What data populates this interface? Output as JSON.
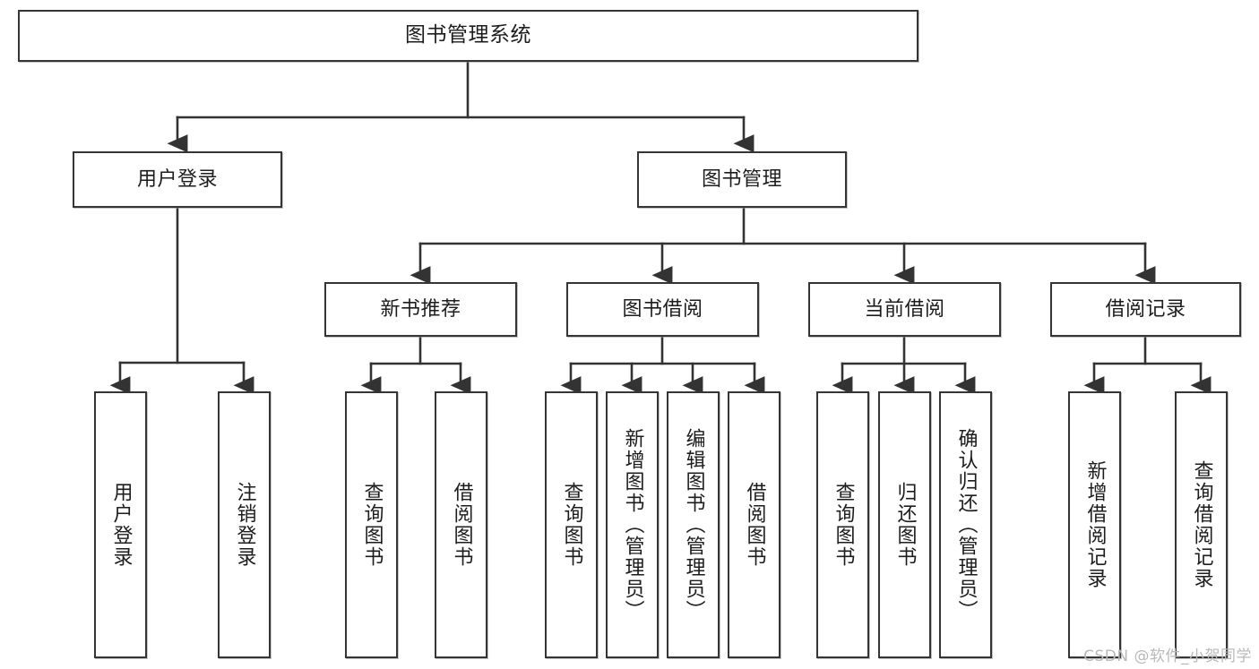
{
  "diagram": {
    "title": "图书管理系统",
    "type": "hierarchy-tree",
    "watermark": "CSDN @软件_小贺同学",
    "colors": {
      "box_border": "#353535",
      "box_fill": "#ffffff",
      "text": "#1d1d1d",
      "edge": "#333333",
      "watermark": "#b9b9b9"
    },
    "levels": {
      "root": {
        "label": "图书管理系统"
      },
      "level2": [
        {
          "label": "用户登录"
        },
        {
          "label": "图书管理"
        }
      ],
      "level3": [
        {
          "label": "新书推荐"
        },
        {
          "label": "图书借阅"
        },
        {
          "label": "当前借阅"
        },
        {
          "label": "借阅记录"
        }
      ],
      "leaves": {
        "user_login": [
          {
            "label": "用户登录"
          },
          {
            "label": "注销登录"
          }
        ],
        "new_book": [
          {
            "label": "查询图书"
          },
          {
            "label": "借阅图书"
          }
        ],
        "borrow_book": [
          {
            "label": "查询图书"
          },
          {
            "label": "新增图书（管理员）"
          },
          {
            "label": "编辑图书（管理员）"
          },
          {
            "label": "借阅图书"
          }
        ],
        "current_borrow": [
          {
            "label": "查询图书"
          },
          {
            "label": "归还图书"
          },
          {
            "label": "确认归还（管理员）"
          }
        ],
        "borrow_record": [
          {
            "label": "新增借阅记录"
          },
          {
            "label": "查询借阅记录"
          }
        ]
      }
    }
  }
}
